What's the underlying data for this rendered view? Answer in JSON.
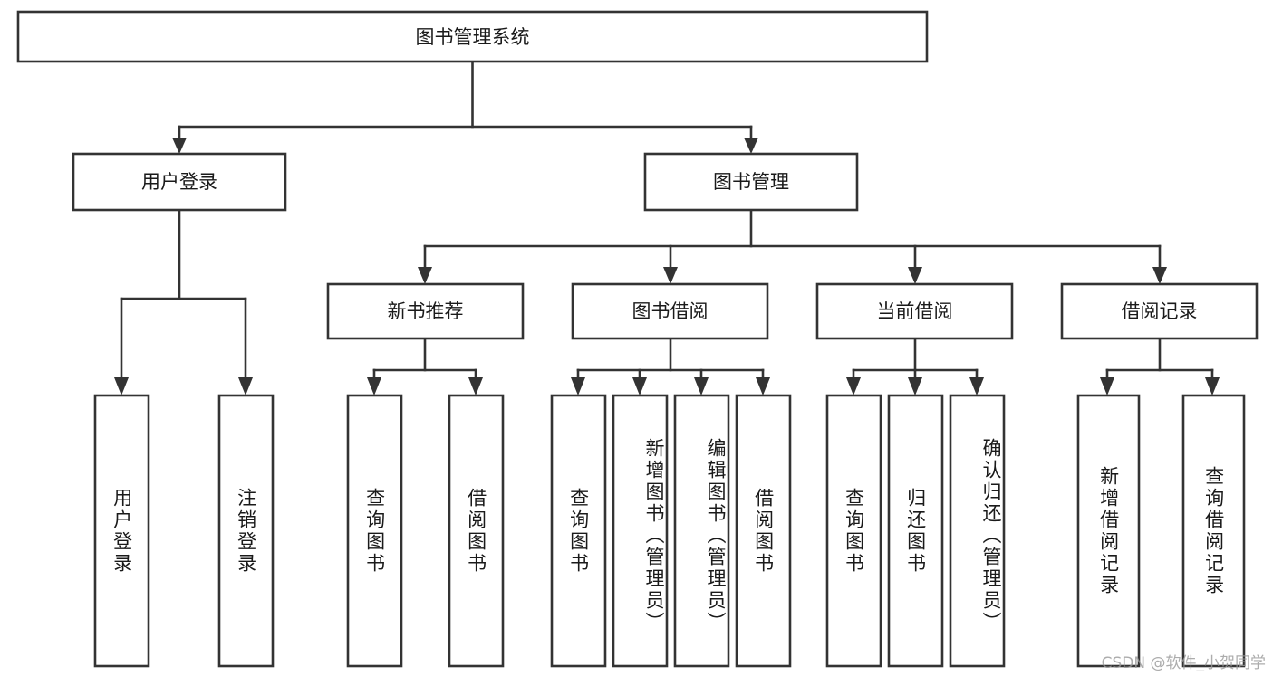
{
  "diagram": {
    "title": "图书管理系统",
    "type": "hierarchy-tree",
    "watermark": "CSDN @软件_小贺同学",
    "colors": {
      "background": "#ffffff",
      "box_fill": "#ffffff",
      "box_stroke": "#333333",
      "text": "#1a1a1a",
      "watermark_text": "#9a9a9a"
    },
    "levels": {
      "root": {
        "label": "图书管理系统"
      },
      "level2": [
        {
          "label": "用户登录"
        },
        {
          "label": "图书管理"
        }
      ],
      "level3": [
        {
          "label": "新书推荐"
        },
        {
          "label": "图书借阅"
        },
        {
          "label": "当前借阅"
        },
        {
          "label": "借阅记录"
        }
      ],
      "level4": [
        {
          "label": "用户登录",
          "parent": "用户登录"
        },
        {
          "label": "注销登录",
          "parent": "用户登录"
        },
        {
          "label": "查询图书",
          "parent": "新书推荐"
        },
        {
          "label": "借阅图书",
          "parent": "新书推荐"
        },
        {
          "label": "查询图书",
          "parent": "图书借阅"
        },
        {
          "label": "新增图书（管理员）",
          "parent": "图书借阅"
        },
        {
          "label": "编辑图书（管理员）",
          "parent": "图书借阅"
        },
        {
          "label": "借阅图书",
          "parent": "图书借阅"
        },
        {
          "label": "查询图书",
          "parent": "当前借阅"
        },
        {
          "label": "归还图书",
          "parent": "当前借阅"
        },
        {
          "label": "确认归还（管理员）",
          "parent": "当前借阅"
        },
        {
          "label": "新增借阅记录",
          "parent": "借阅记录"
        },
        {
          "label": "查询借阅记录",
          "parent": "借阅记录"
        }
      ]
    }
  }
}
